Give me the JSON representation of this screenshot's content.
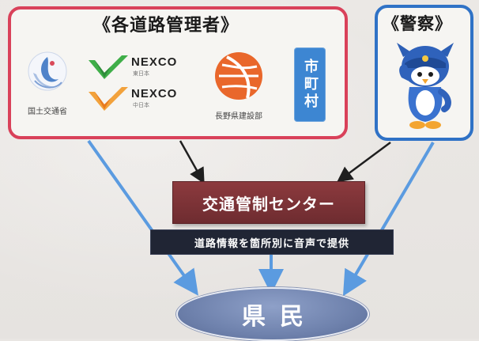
{
  "road_managers": {
    "title": "《各道路管理者》",
    "mlit_label": "国土交通省",
    "nexco": [
      {
        "wordmark": "NEXCO",
        "sub": "東日本",
        "colors": [
          "#2e8b3a",
          "#3fae49"
        ]
      },
      {
        "wordmark": "NEXCO",
        "sub": "中日本",
        "colors": [
          "#e8791e",
          "#f2a23c"
        ]
      }
    ],
    "nagano_label": "長野県建設部",
    "municipal_label": "市町村"
  },
  "police": {
    "title": "《警察》",
    "mascot_icon": "police-mascot-icon"
  },
  "center": {
    "label": "交通管制センター"
  },
  "info_bar": {
    "label": "道路情報を箇所別に音声で提供"
  },
  "residents": {
    "label": "県民"
  },
  "colors": {
    "road_border": "#d9415a",
    "police_border": "#2f72c6",
    "center_fill": "#7d3337",
    "info_fill": "#202534",
    "residents_fill": "#7386b0",
    "arrow_blue": "#5b9be0",
    "arrow_dark": "#1f1f1f"
  }
}
